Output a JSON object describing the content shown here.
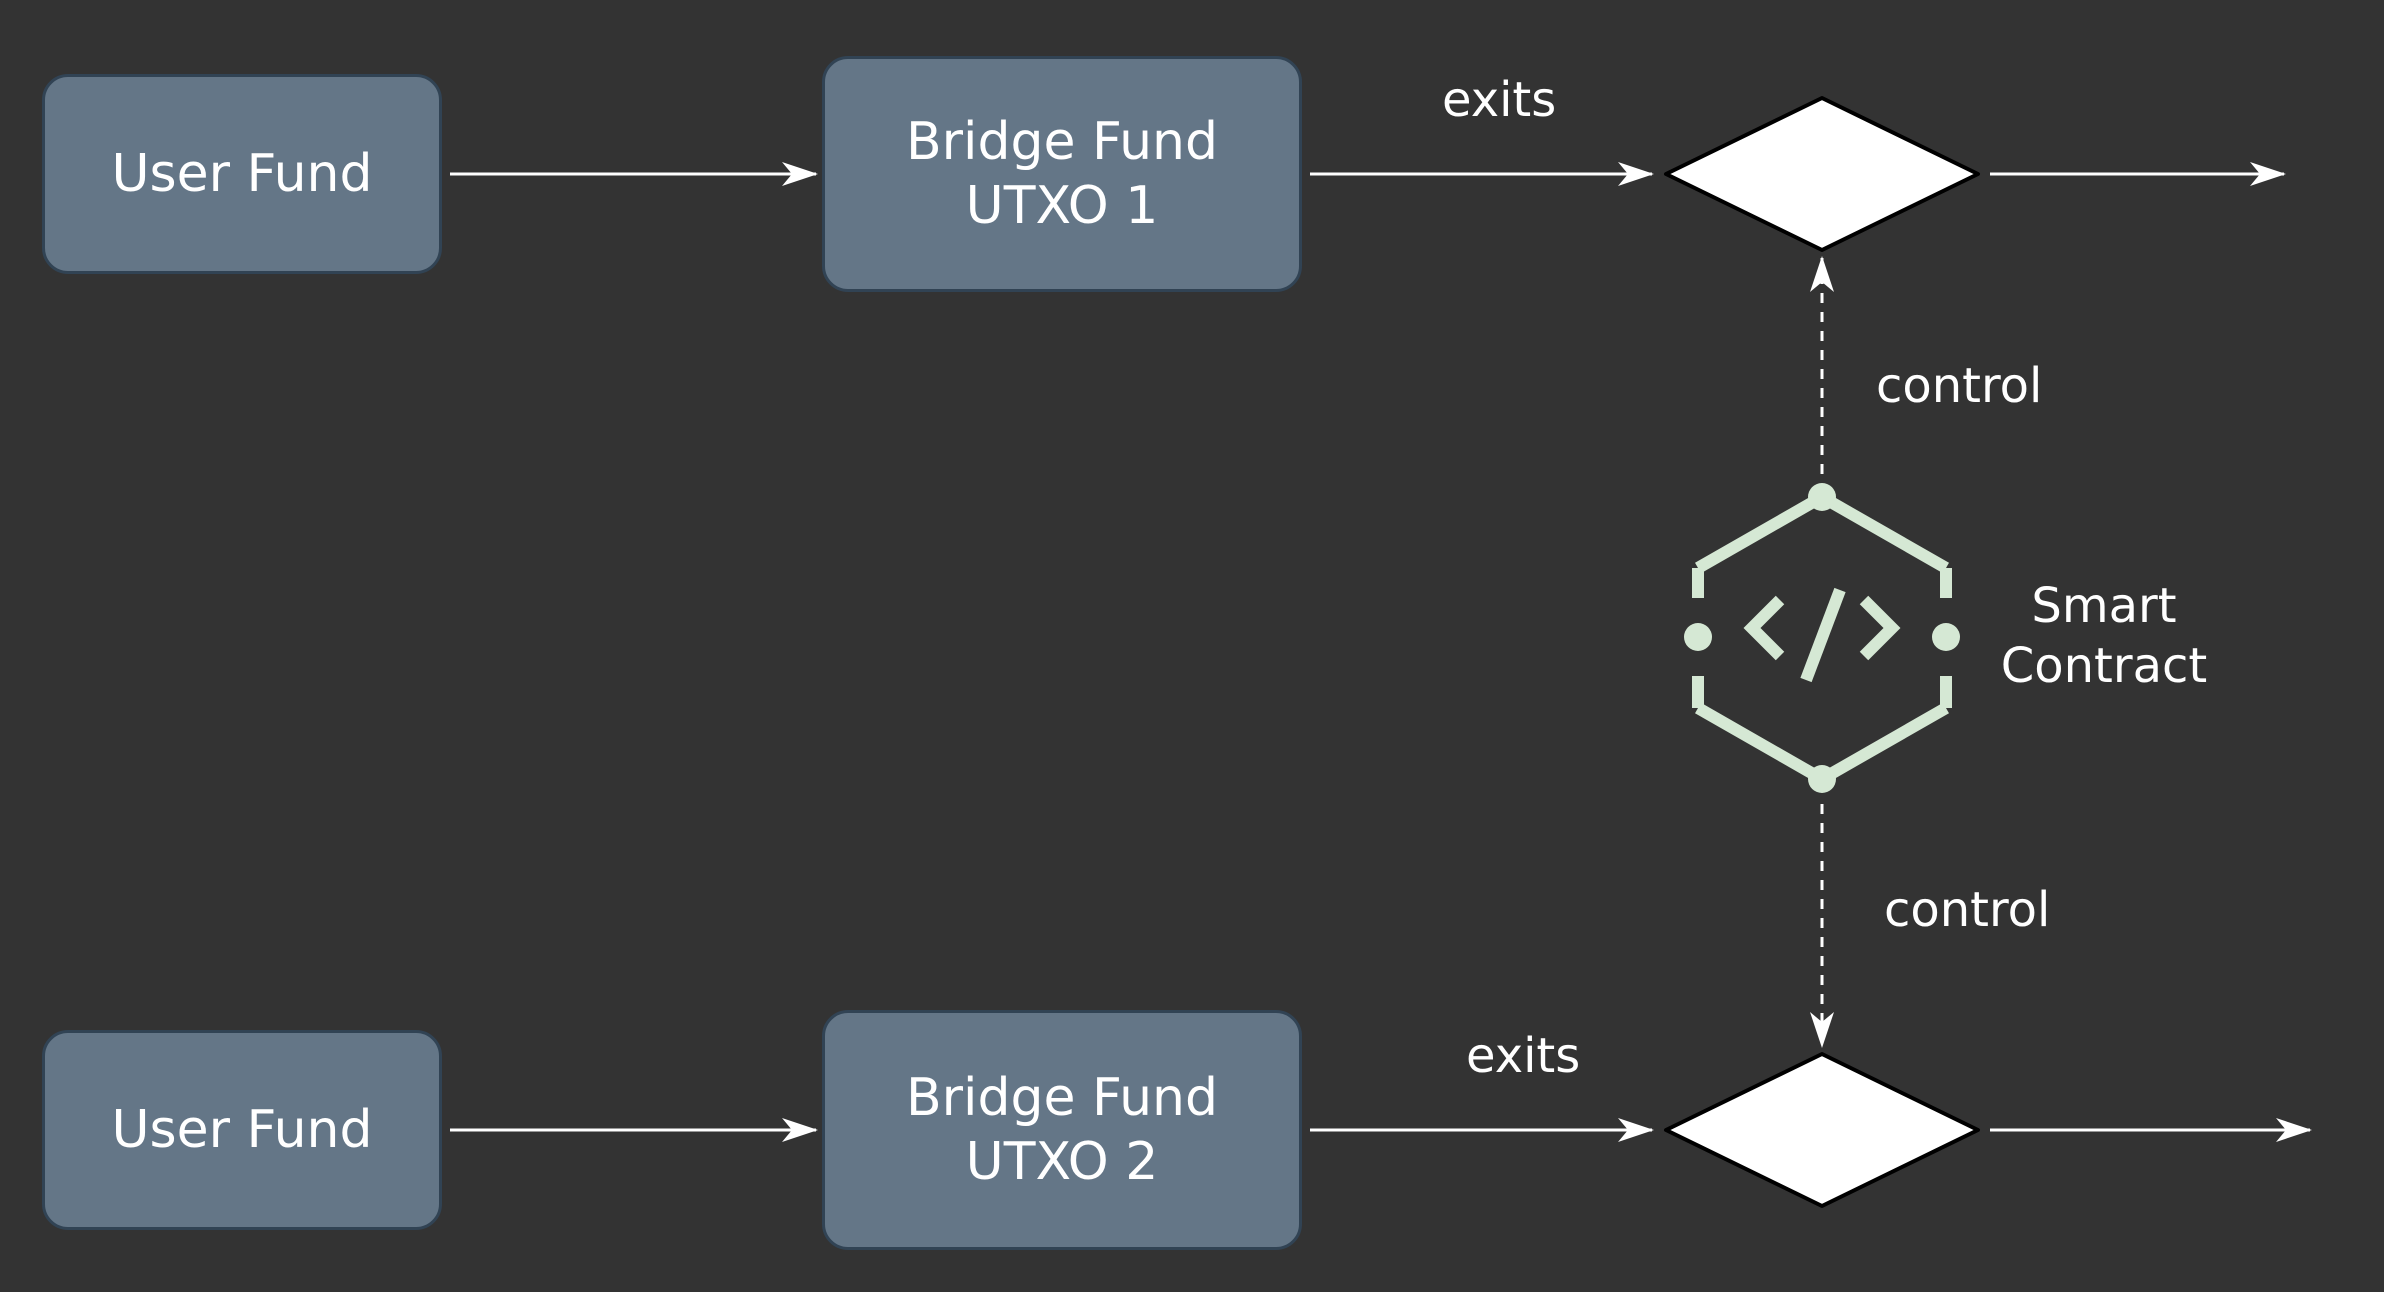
{
  "nodes": {
    "user_fund_1": "User Fund",
    "user_fund_2": "User Fund",
    "bridge_fund_1": {
      "line1": "Bridge Fund",
      "line2": "UTXO 1"
    },
    "bridge_fund_2": {
      "line1": "Bridge Fund",
      "line2": "UTXO 2"
    },
    "smart_contract": {
      "line1": "Smart",
      "line2": "Contract"
    }
  },
  "edges": {
    "exits_1": "exits",
    "exits_2": "exits",
    "control_top": "control",
    "control_bottom": "control"
  },
  "icons": {
    "smart_contract": "code-hexagon-icon",
    "decision_top": "diamond-shape",
    "decision_bottom": "diamond-shape"
  },
  "colors": {
    "background": "#333333",
    "box_fill": "#647687",
    "box_border": "#314354",
    "contract_icon": "#d5e8d4",
    "diamond_fill": "#ffffff",
    "arrow": "#ffffff"
  }
}
